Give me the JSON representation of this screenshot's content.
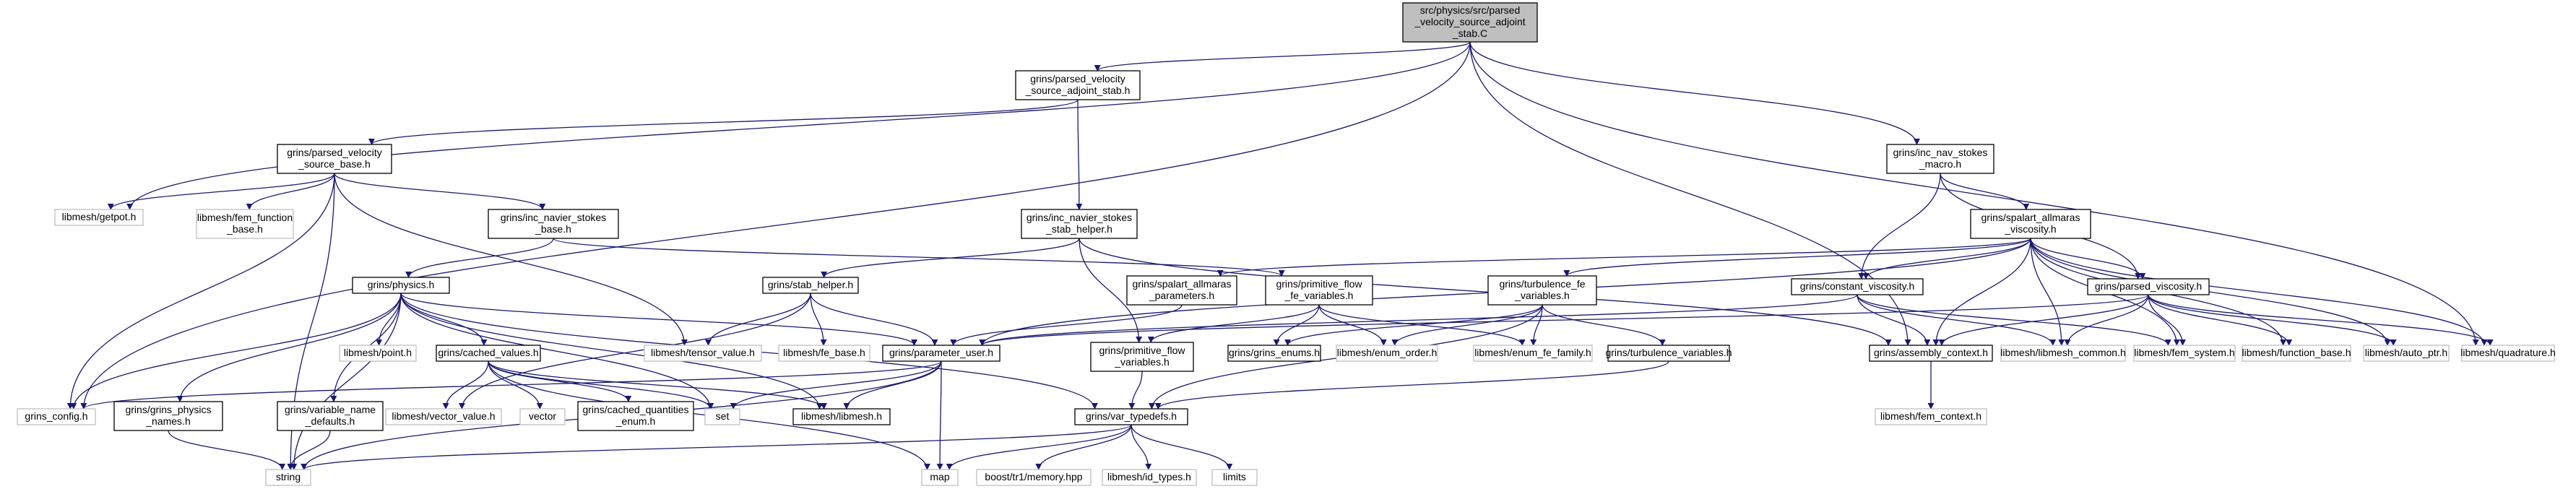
{
  "graph": {
    "title": "",
    "colors": {
      "edge": "#191970",
      "root_fill": "#bfbfbf",
      "local_border": "#000000",
      "external_border": "#bfbfbf"
    },
    "nodes": [
      {
        "id": "root",
        "lines": [
          "src/physics/src/parsed",
          "_velocity_source_adjoint",
          "_stab.C"
        ],
        "kind": "root"
      },
      {
        "id": "pvsas",
        "lines": [
          "grins/parsed_velocity",
          "_source_adjoint_stab.h"
        ],
        "kind": "local"
      },
      {
        "id": "pvsb",
        "lines": [
          "grins/parsed_velocity",
          "_source_base.h"
        ],
        "kind": "local"
      },
      {
        "id": "getpot",
        "lines": [
          "libmesh/getpot.h"
        ],
        "kind": "ext"
      },
      {
        "id": "femfb",
        "lines": [
          "libmesh/fem_function",
          "_base.h"
        ],
        "kind": "ext"
      },
      {
        "id": "incnsb",
        "lines": [
          "grins/inc_navier_stokes",
          "_base.h"
        ],
        "kind": "local"
      },
      {
        "id": "physics",
        "lines": [
          "grins/physics.h"
        ],
        "kind": "local"
      },
      {
        "id": "incnssh",
        "lines": [
          "grins/inc_navier_stokes",
          "_stab_helper.h"
        ],
        "kind": "local"
      },
      {
        "id": "stabh",
        "lines": [
          "grins/stab_helper.h"
        ],
        "kind": "local"
      },
      {
        "id": "pffv",
        "lines": [
          "grins/primitive_flow",
          "_fe_variables.h"
        ],
        "kind": "local"
      },
      {
        "id": "pfv",
        "lines": [
          "grins/primitive_flow",
          "_variables.h"
        ],
        "kind": "local"
      },
      {
        "id": "spap",
        "lines": [
          "grins/spalart_allmaras",
          "_parameters.h"
        ],
        "kind": "local"
      },
      {
        "id": "incnsm",
        "lines": [
          "grins/inc_nav_stokes",
          "_macro.h"
        ],
        "kind": "local"
      },
      {
        "id": "spav",
        "lines": [
          "grins/spalart_allmaras",
          "_viscosity.h"
        ],
        "kind": "local"
      },
      {
        "id": "turbfev",
        "lines": [
          "grins/turbulence_fe",
          "_variables.h"
        ],
        "kind": "local"
      },
      {
        "id": "constv",
        "lines": [
          "grins/constant_viscosity.h"
        ],
        "kind": "local"
      },
      {
        "id": "parsedv",
        "lines": [
          "grins/parsed_viscosity.h"
        ],
        "kind": "local"
      },
      {
        "id": "asmctx",
        "lines": [
          "grins/assembly_context.h"
        ],
        "kind": "local"
      },
      {
        "id": "femctx",
        "lines": [
          "libmesh/fem_context.h"
        ],
        "kind": "ext"
      },
      {
        "id": "lmcommon",
        "lines": [
          "libmesh/libmesh_common.h"
        ],
        "kind": "ext"
      },
      {
        "id": "femsys",
        "lines": [
          "libmesh/fem_system.h"
        ],
        "kind": "ext"
      },
      {
        "id": "funcbase",
        "lines": [
          "libmesh/function_base.h"
        ],
        "kind": "ext"
      },
      {
        "id": "autoptr",
        "lines": [
          "libmesh/auto_ptr.h"
        ],
        "kind": "ext"
      },
      {
        "id": "quad",
        "lines": [
          "libmesh/quadrature.h"
        ],
        "kind": "ext"
      },
      {
        "id": "grinsenums",
        "lines": [
          "grins/grins_enums.h"
        ],
        "kind": "local"
      },
      {
        "id": "enumorder",
        "lines": [
          "libmesh/enum_order.h"
        ],
        "kind": "ext"
      },
      {
        "id": "enumfefam",
        "lines": [
          "libmesh/enum_fe_family.h"
        ],
        "kind": "ext"
      },
      {
        "id": "turbvar",
        "lines": [
          "grins/turbulence_variables.h"
        ],
        "kind": "local"
      },
      {
        "id": "paramuser",
        "lines": [
          "grins/parameter_user.h"
        ],
        "kind": "local"
      },
      {
        "id": "vartypedefs",
        "lines": [
          "grins/var_typedefs.h"
        ],
        "kind": "local"
      },
      {
        "id": "libmesh",
        "lines": [
          "libmesh/libmesh.h"
        ],
        "kind": "local"
      },
      {
        "id": "set",
        "lines": [
          "set"
        ],
        "kind": "ext"
      },
      {
        "id": "tensorval",
        "lines": [
          "libmesh/tensor_value.h"
        ],
        "kind": "ext"
      },
      {
        "id": "febase",
        "lines": [
          "libmesh/fe_base.h"
        ],
        "kind": "ext"
      },
      {
        "id": "point",
        "lines": [
          "libmesh/point.h"
        ],
        "kind": "ext"
      },
      {
        "id": "cachedvals",
        "lines": [
          "grins/cached_values.h"
        ],
        "kind": "local"
      },
      {
        "id": "vecval",
        "lines": [
          "libmesh/vector_value.h"
        ],
        "kind": "ext"
      },
      {
        "id": "vector",
        "lines": [
          "vector"
        ],
        "kind": "ext"
      },
      {
        "id": "cqenum",
        "lines": [
          "grins/cached_quantities",
          "_enum.h"
        ],
        "kind": "local"
      },
      {
        "id": "grinsconfig",
        "lines": [
          "grins_config.h"
        ],
        "kind": "ext"
      },
      {
        "id": "gpnames",
        "lines": [
          "grins/grins_physics",
          "_names.h"
        ],
        "kind": "local"
      },
      {
        "id": "varnamedef",
        "lines": [
          "grins/variable_name",
          "_defaults.h"
        ],
        "kind": "local"
      },
      {
        "id": "string",
        "lines": [
          "string"
        ],
        "kind": "ext"
      },
      {
        "id": "map",
        "lines": [
          "map"
        ],
        "kind": "ext"
      },
      {
        "id": "memory",
        "lines": [
          "boost/tr1/memory.hpp"
        ],
        "kind": "ext"
      },
      {
        "id": "idtypes",
        "lines": [
          "libmesh/id_types.h"
        ],
        "kind": "ext"
      },
      {
        "id": "limits",
        "lines": [
          "limits"
        ],
        "kind": "ext"
      }
    ],
    "edges": [
      [
        "root",
        "pvsas"
      ],
      [
        "root",
        "getpot"
      ],
      [
        "root",
        "grinsconfig"
      ],
      [
        "root",
        "incnsm"
      ],
      [
        "root",
        "asmctx"
      ],
      [
        "root",
        "quad"
      ],
      [
        "pvsas",
        "pvsb"
      ],
      [
        "pvsas",
        "incnssh"
      ],
      [
        "pvsb",
        "getpot"
      ],
      [
        "pvsb",
        "femfb"
      ],
      [
        "pvsb",
        "incnsb"
      ],
      [
        "pvsb",
        "grinsconfig"
      ],
      [
        "pvsb",
        "tensorval"
      ],
      [
        "pvsb",
        "string"
      ],
      [
        "incnsb",
        "physics"
      ],
      [
        "incnsb",
        "pffv"
      ],
      [
        "incnssh",
        "stabh"
      ],
      [
        "incnssh",
        "pfv"
      ],
      [
        "incnssh",
        "asmctx"
      ],
      [
        "physics",
        "grinsconfig"
      ],
      [
        "physics",
        "point"
      ],
      [
        "physics",
        "cachedvals"
      ],
      [
        "physics",
        "paramuser"
      ],
      [
        "physics",
        "vartypedefs"
      ],
      [
        "physics",
        "gpnames"
      ],
      [
        "physics",
        "varnamedef"
      ],
      [
        "physics",
        "string"
      ],
      [
        "physics",
        "set"
      ],
      [
        "physics",
        "libmesh"
      ],
      [
        "stabh",
        "tensorval"
      ],
      [
        "stabh",
        "febase"
      ],
      [
        "stabh",
        "vecval"
      ],
      [
        "stabh",
        "paramuser"
      ],
      [
        "pffv",
        "grinsenums"
      ],
      [
        "pffv",
        "enumorder"
      ],
      [
        "pffv",
        "enumfefam"
      ],
      [
        "pffv",
        "pfv"
      ],
      [
        "pfv",
        "vartypedefs"
      ],
      [
        "spap",
        "paramuser"
      ],
      [
        "incnsm",
        "spav"
      ],
      [
        "incnsm",
        "constv"
      ],
      [
        "incnsm",
        "parsedv"
      ],
      [
        "spav",
        "spap"
      ],
      [
        "spav",
        "turbfev"
      ],
      [
        "spav",
        "constv"
      ],
      [
        "spav",
        "parsedv"
      ],
      [
        "spav",
        "asmctx"
      ],
      [
        "spav",
        "lmcommon"
      ],
      [
        "spav",
        "femsys"
      ],
      [
        "spav",
        "funcbase"
      ],
      [
        "spav",
        "autoptr"
      ],
      [
        "spav",
        "quad"
      ],
      [
        "spav",
        "paramuser"
      ],
      [
        "turbfev",
        "grinsenums"
      ],
      [
        "turbfev",
        "enumorder"
      ],
      [
        "turbfev",
        "enumfefam"
      ],
      [
        "turbfev",
        "turbvar"
      ],
      [
        "turbfev",
        "vartypedefs"
      ],
      [
        "turbvar",
        "vartypedefs"
      ],
      [
        "constv",
        "paramuser"
      ],
      [
        "constv",
        "asmctx"
      ],
      [
        "constv",
        "lmcommon"
      ],
      [
        "constv",
        "femsys"
      ],
      [
        "parsedv",
        "paramuser"
      ],
      [
        "parsedv",
        "asmctx"
      ],
      [
        "parsedv",
        "lmcommon"
      ],
      [
        "parsedv",
        "femsys"
      ],
      [
        "parsedv",
        "funcbase"
      ],
      [
        "parsedv",
        "autoptr"
      ],
      [
        "parsedv",
        "quad"
      ],
      [
        "asmctx",
        "femctx"
      ],
      [
        "paramuser",
        "grinsconfig"
      ],
      [
        "paramuser",
        "libmesh"
      ],
      [
        "paramuser",
        "set"
      ],
      [
        "paramuser",
        "string"
      ],
      [
        "paramuser",
        "map"
      ],
      [
        "cachedvals",
        "vecval"
      ],
      [
        "cachedvals",
        "vector"
      ],
      [
        "cachedvals",
        "cqenum"
      ],
      [
        "cachedvals",
        "set"
      ],
      [
        "cachedvals",
        "libmesh"
      ],
      [
        "cachedvals",
        "map"
      ],
      [
        "gpnames",
        "string"
      ],
      [
        "varnamedef",
        "string"
      ],
      [
        "vartypedefs",
        "string"
      ],
      [
        "vartypedefs",
        "map"
      ],
      [
        "vartypedefs",
        "memory"
      ],
      [
        "vartypedefs",
        "idtypes"
      ],
      [
        "vartypedefs",
        "limits"
      ]
    ]
  }
}
